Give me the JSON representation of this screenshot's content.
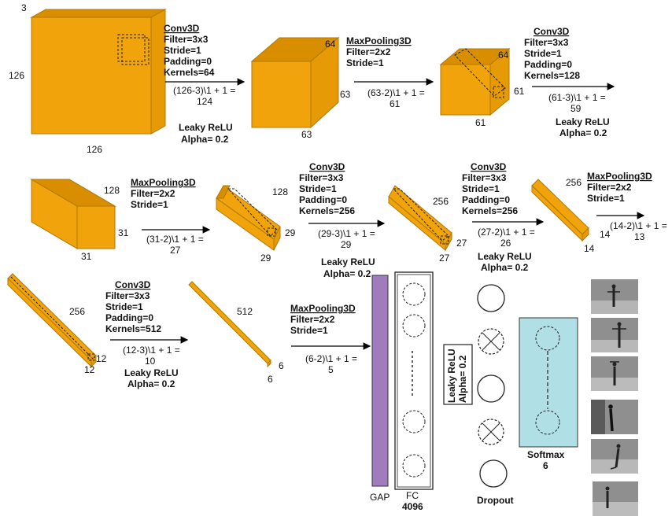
{
  "colors": {
    "volume": "#f0a30a",
    "gap": "#a07cbf",
    "softmax": "#b0e0e6"
  },
  "volumes": [
    {
      "dims": [
        "3",
        "126",
        "126"
      ]
    },
    {
      "dims": [
        "64",
        "63",
        "63"
      ]
    },
    {
      "dims": [
        "64",
        "61",
        "61"
      ]
    },
    {
      "dims": [
        "128",
        "31",
        "31"
      ]
    },
    {
      "dims": [
        "128",
        "29",
        "29"
      ]
    },
    {
      "dims": [
        "256",
        "27",
        "27"
      ]
    },
    {
      "dims": [
        "256",
        "14",
        "14"
      ]
    },
    {
      "dims": [
        "256",
        "12",
        "12"
      ]
    },
    {
      "dims": [
        "512",
        "6",
        "6"
      ]
    }
  ],
  "ops": [
    {
      "title": "Conv3D",
      "params": [
        "Filter=3x3",
        "Stride=1",
        "Padding=0",
        "Kernels=64"
      ],
      "formula": [
        "(126-3)\\1 + 1 =",
        "124"
      ],
      "act": [
        "Leaky ReLU",
        "Alpha= 0.2"
      ]
    },
    {
      "title": "MaxPooling3D",
      "params": [
        "Filter=2x2",
        "Stride=1"
      ],
      "formula": [
        "(63-2)\\1 + 1 =",
        "61"
      ],
      "act": []
    },
    {
      "title": "Conv3D",
      "params": [
        "Filter=3x3",
        "Stride=1",
        "Padding=0",
        "Kernels=128"
      ],
      "formula": [
        "(61-3)\\1 + 1 =",
        "59"
      ],
      "act": [
        "Leaky ReLU",
        "Alpha= 0.2"
      ]
    },
    {
      "title": "MaxPooling3D",
      "params": [
        "Filter=2x2",
        "Stride=1"
      ],
      "formula": [
        "(31-2)\\1 + 1 =",
        "27"
      ],
      "act": []
    },
    {
      "title": "Conv3D",
      "params": [
        "Filter=3x3",
        "Stride=1",
        "Padding=0",
        "Kernels=256"
      ],
      "formula": [
        "(29-3)\\1 + 1 =",
        "29"
      ],
      "act": [
        "Leaky ReLU",
        "Alpha= 0.2"
      ]
    },
    {
      "title": "Conv3D",
      "params": [
        "Filter=3x3",
        "Stride=1",
        "Padding=0",
        "Kernels=256"
      ],
      "formula": [
        "(27-2)\\1 + 1 =",
        "26"
      ],
      "act": [
        "Leaky ReLU",
        "Alpha= 0.2"
      ]
    },
    {
      "title": "MaxPooling3D",
      "params": [
        "Filter=2x2",
        "Stride=1"
      ],
      "formula": [
        "(14-2)\\1 + 1 =",
        "13"
      ],
      "act": []
    },
    {
      "title": "Conv3D",
      "params": [
        "Filter=3x3",
        "Stride=1",
        "Padding=0",
        "Kernels=512"
      ],
      "formula": [
        "(12-3)\\1 + 1 =",
        "10"
      ],
      "act": [
        "Leaky ReLU",
        "Alpha= 0.2"
      ]
    },
    {
      "title": "MaxPooling3D",
      "params": [
        "Filter=2x2",
        "Stride=1"
      ],
      "formula": [
        "(6-2)\\1 + 1 =",
        "5"
      ],
      "act": []
    }
  ],
  "gap": {
    "label": "GAP"
  },
  "fc": {
    "label": [
      "FC",
      "4096"
    ]
  },
  "fc_act": [
    "Leaky ReLU",
    "Alpha= 0.2"
  ],
  "dropout": {
    "label": "Dropout"
  },
  "softmax": {
    "label": [
      "Softmax",
      "6"
    ]
  }
}
